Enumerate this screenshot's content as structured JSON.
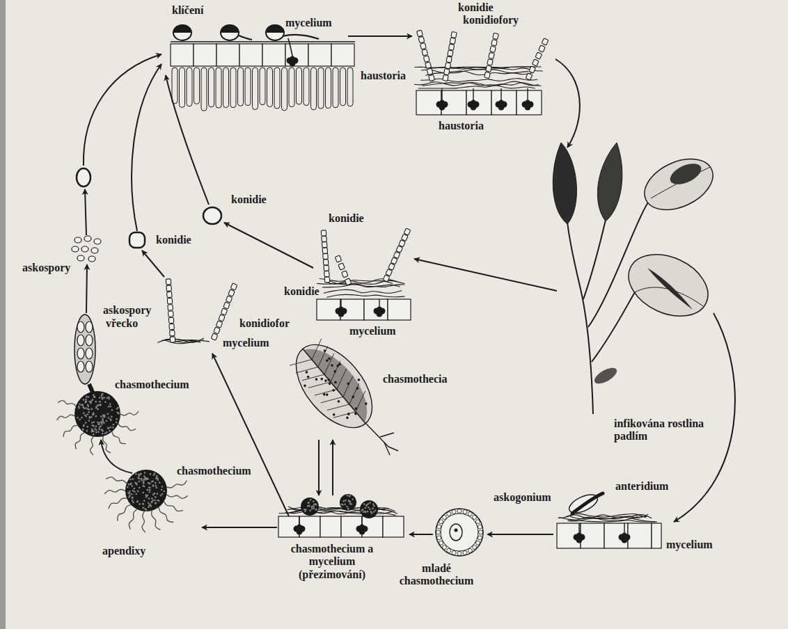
{
  "diagram": {
    "labels": [
      "klíčení",
      "mycelium",
      "konidie",
      "konidiofory",
      "haustoria",
      "haustoria",
      "konidie",
      "konidie",
      "konidie",
      "askospory",
      "konidie",
      "askospory",
      "vřecko",
      "konidiofor",
      "mycelium",
      "mycelium",
      "chasmothecia",
      "chasmothecium",
      "chasmothecium",
      "infikována rostlina padlím",
      "anteridium",
      "askogonium",
      "mycelium",
      "apendixy",
      "chasmothecium a mycelium (přezimování)",
      "mladé chasmothecium"
    ]
  }
}
